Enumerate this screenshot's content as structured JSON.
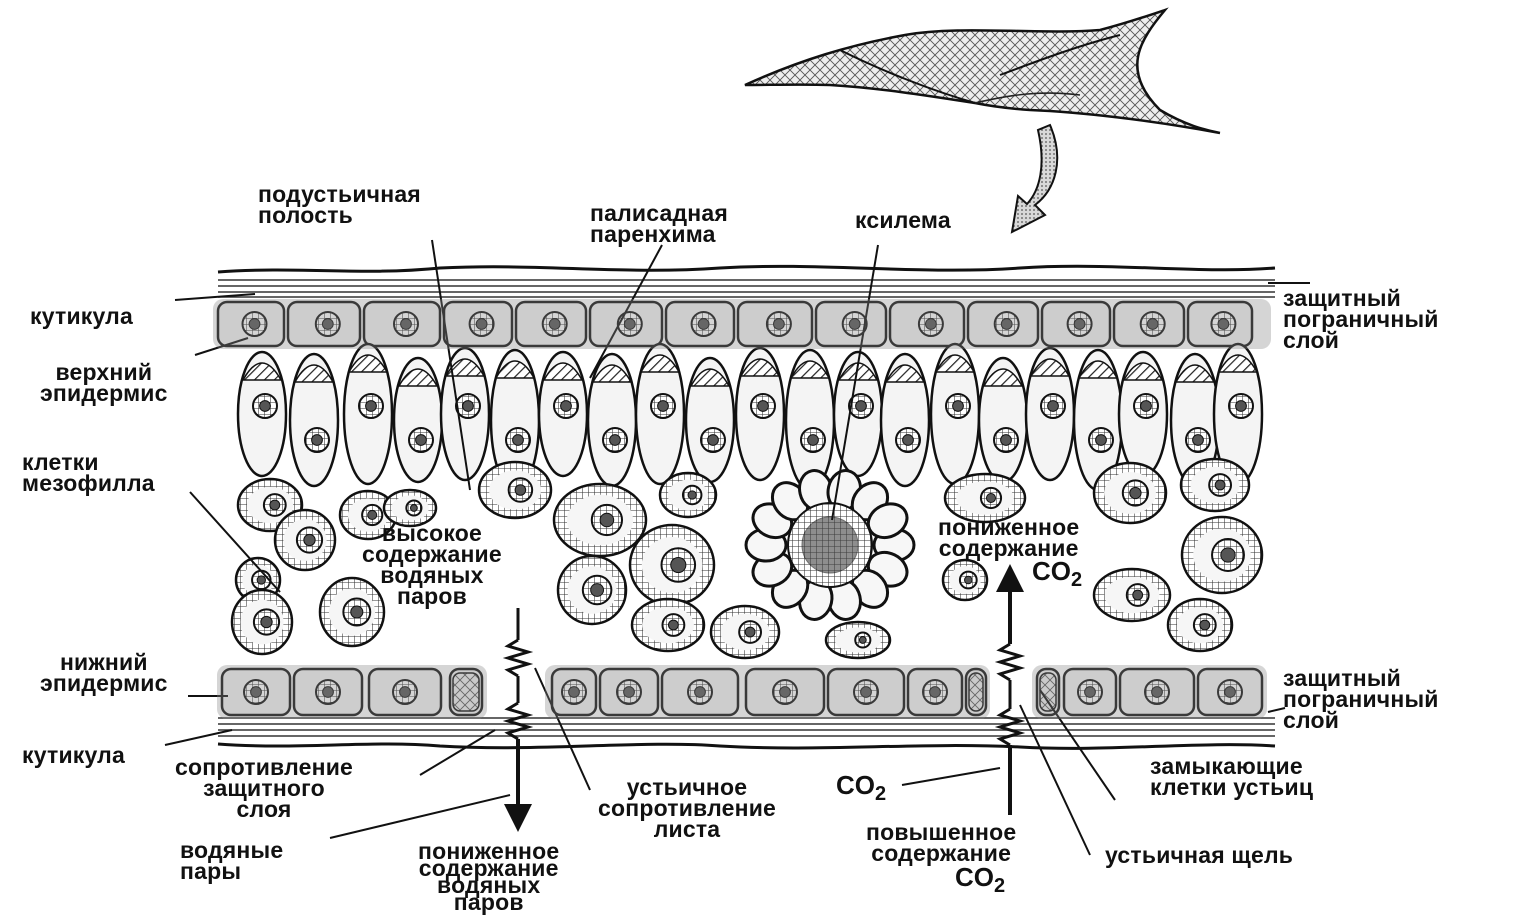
{
  "labels": {
    "cuticle_top": "кутикула",
    "upper_epidermis": [
      "верхний",
      "эпидермис"
    ],
    "mesophyll_cells": [
      "клетки",
      "мезофилла"
    ],
    "lower_epidermis": [
      "нижний",
      "эпидермис"
    ],
    "cuticle_bottom": "кутикула",
    "boundary_resistance": [
      "сопротивление",
      "защитного",
      "слоя"
    ],
    "water_vapour": [
      "водяные",
      "пары"
    ],
    "substomatal_cavity": [
      "подустьичная",
      "полость"
    ],
    "palisade_parenchyma": [
      "палисадная",
      "паренхима"
    ],
    "xylem": "ксилема",
    "boundary_layer_top": [
      "защитный",
      "пограничный",
      "слой"
    ],
    "boundary_layer_bottom": [
      "защитный",
      "пограничный",
      "слой"
    ],
    "high_vapour": [
      "высокое",
      "содержание",
      "водяных",
      "паров"
    ],
    "low_co2": [
      "пониженное",
      "содержание"
    ],
    "low_co2_formula": {
      "base": "CO",
      "sub": "2"
    },
    "stomatal_resistance": [
      "устьичное",
      "сопротивление",
      "листа"
    ],
    "co2_formula": {
      "base": "CO",
      "sub": "2"
    },
    "high_co2": [
      "повышенное",
      "содержание"
    ],
    "high_co2_formula": {
      "base": "CO",
      "sub": "2"
    },
    "low_vapour": [
      "пониженное",
      "содержание",
      "водяных",
      "паров"
    ],
    "guard_cells": [
      "замыкающие",
      "клетки устьиц"
    ],
    "stomatal_pore": "устьичная щель"
  },
  "colors": {
    "ink": "#111111",
    "cell_fill": "#f2f2f2",
    "layer": "#cfcfcf",
    "background": "#ffffff"
  }
}
